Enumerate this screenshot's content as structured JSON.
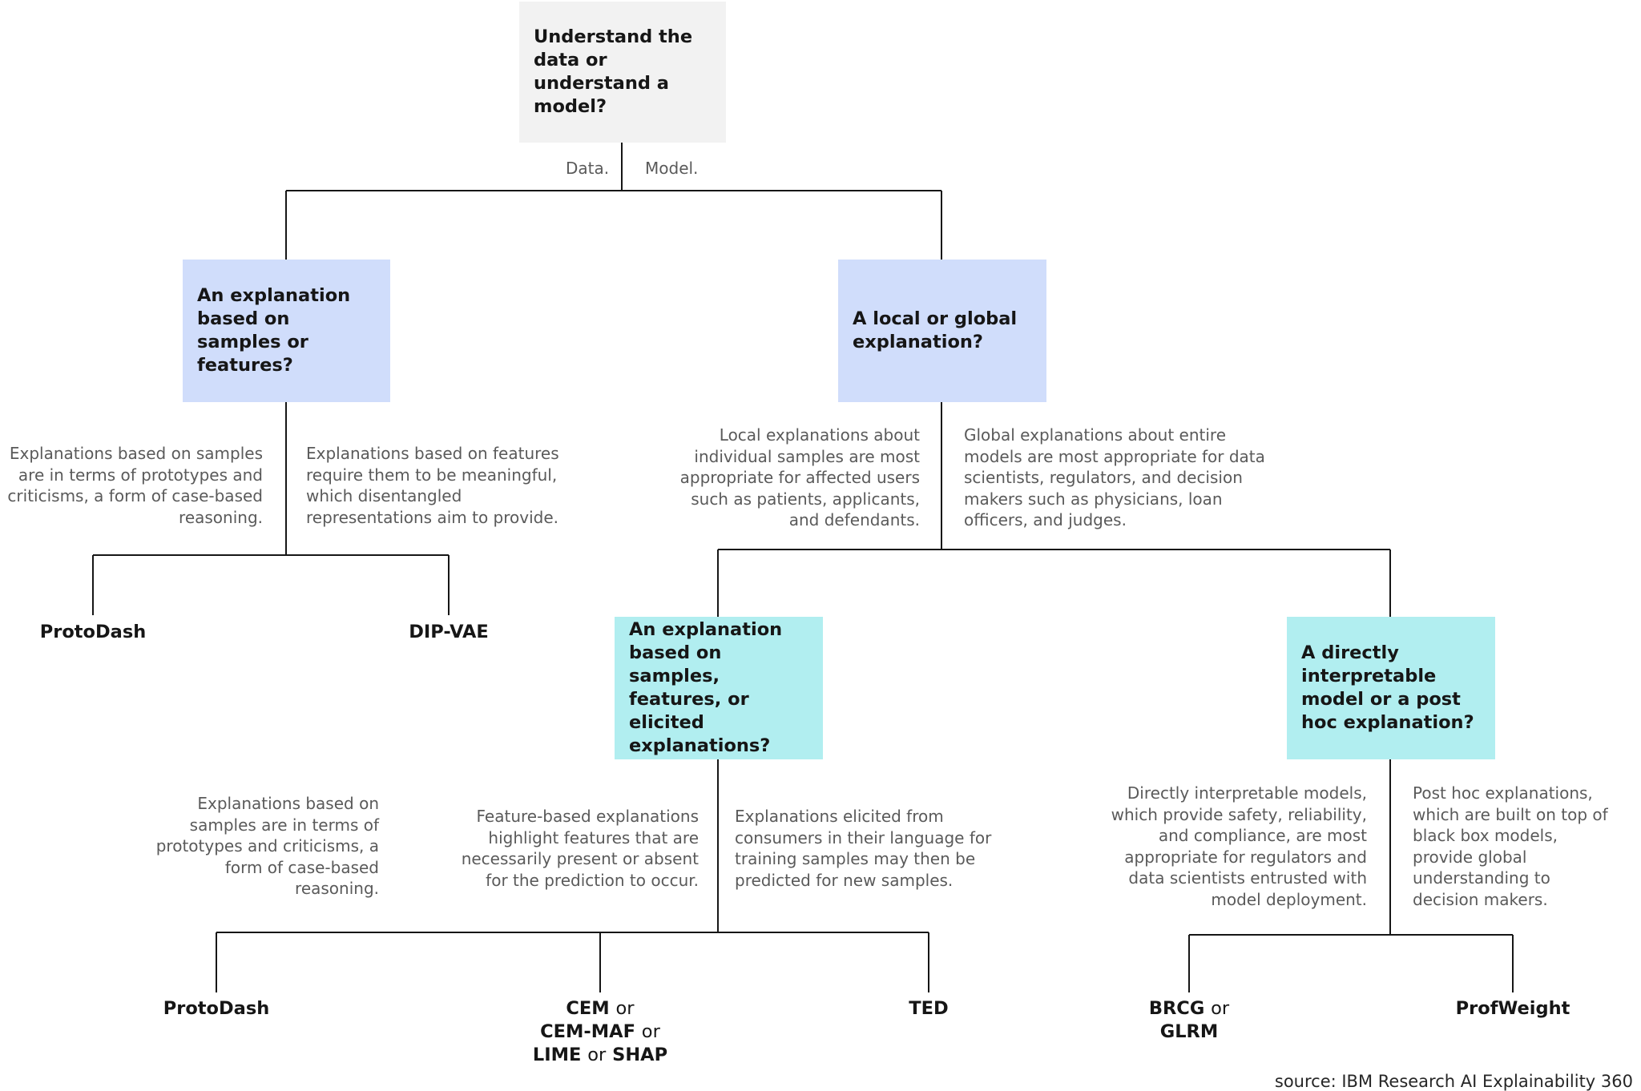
{
  "nodes": {
    "root": "Understand the data or understand a model?",
    "samples_or_features": "An explanation based on samples or features?",
    "local_or_global": "A local or global explanation?",
    "samples_features_elicited": "An explanation based on samples, features, or elicited explanations?",
    "direct_or_posthoc": "A directly interpretable model or a post hoc explanation?"
  },
  "branches": {
    "data": "Data.",
    "model": "Model."
  },
  "descriptions": {
    "data_samples": "Explanations based on samples\nare in terms of prototypes and\ncriticisms, a form of case-based\nreasoning.",
    "data_features": "Explanations based on features\nrequire them to be meaningful,\nwhich disentangled\nrepresentations aim to provide.",
    "local": "Local explanations about\nindividual samples are most\nappropriate for affected users\nsuch as patients, applicants,\nand defendants.",
    "global": "Global explanations about entire\nmodels are most appropriate for data\nscientists, regulators, and decision\nmakers such as physicians, loan\nofficers, and judges.",
    "local_samples": "Explanations based on\nsamples are in terms of\nprototypes and criticisms, a\nform of case-based\nreasoning.",
    "local_features": "Feature-based explanations\nhighlight features that are\nnecessarily present or absent\nfor the prediction to occur.",
    "local_elicited": "Explanations elicited from\nconsumers in their language for\ntraining samples may then be\npredicted for new samples.",
    "direct": "Directly interpretable models,\nwhich provide safety, reliability,\nand compliance, are most\nappropriate for regulators and\ndata scientists entrusted with\nmodel deployment.",
    "posthoc": "Post hoc explanations,\nwhich are built on top of\nblack box models,\nprovide global\nunderstanding to\ndecision makers."
  },
  "leaves": {
    "protodash_data": "ProtoDash",
    "dipvae": "DIP-VAE",
    "protodash_local": "ProtoDash",
    "cem": "CEM",
    "cem_maf": "CEM-MAF",
    "lime": "LIME",
    "shap": "SHAP",
    "ted": "TED",
    "brcg": "BRCG",
    "glrm": "GLRM",
    "profweight": "ProfWeight",
    "or_word": "or"
  },
  "source": "source: IBM Research AI Explainability 360",
  "colors": {
    "root_fill": "#f2f2f2",
    "question_blue": "#d0ddfb",
    "question_cyan": "#b1eef0",
    "line": "#161616"
  }
}
